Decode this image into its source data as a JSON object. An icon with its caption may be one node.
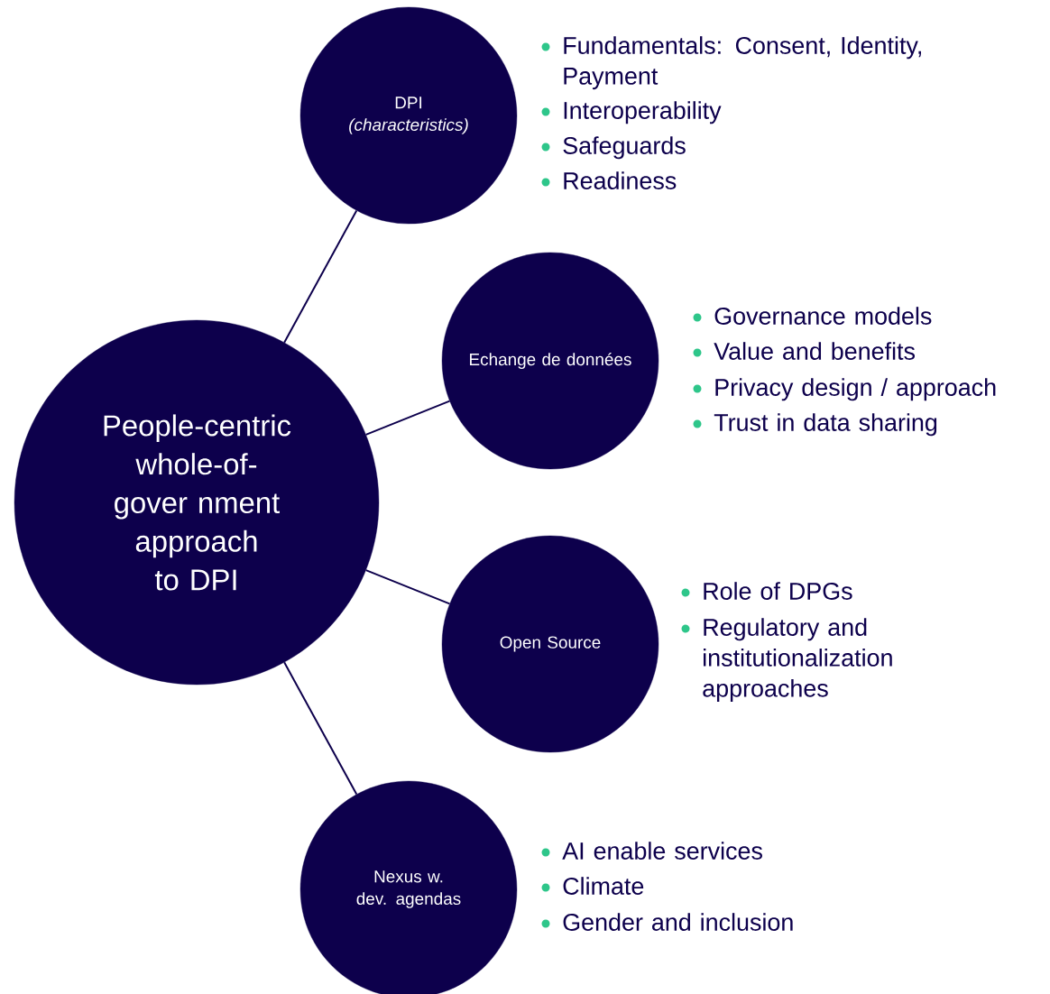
{
  "diagram": {
    "nodes": [
      {
        "text": [
          "People-centric whole-of-gover nment approach to DPI"
        ]
      },
      {
        "text": [
          "DPI",
          "(characteristics)"
        ],
        "beside": [
          "Fundamentals: Consent, Identity, Payment",
          "Interoperability",
          "Safeguards",
          "Readiness"
        ]
      },
      {
        "text": [
          "Echange de données"
        ],
        "beside": [
          "Governance models",
          "Value and benefits",
          "Privacy design / approach",
          "Trust in data sharing"
        ]
      },
      {
        "text": [
          "Open Source"
        ],
        "beside": [
          "Role of DPGs",
          "Regulatory and institutionalization approaches"
        ]
      },
      {
        "text": [
          "Nexus w. dev. agendas"
        ],
        "beside": [
          "AI enable services",
          "Climate",
          "Gender and inclusion"
        ]
      }
    ],
    "edges": [
      {
        "from": 0,
        "to": 1,
        "arrow": "none"
      },
      {
        "from": 0,
        "to": 2,
        "arrow": "none"
      },
      {
        "from": 0,
        "to": 3,
        "arrow": "none"
      },
      {
        "from": 0,
        "to": 4,
        "arrow": "none"
      }
    ]
  }
}
